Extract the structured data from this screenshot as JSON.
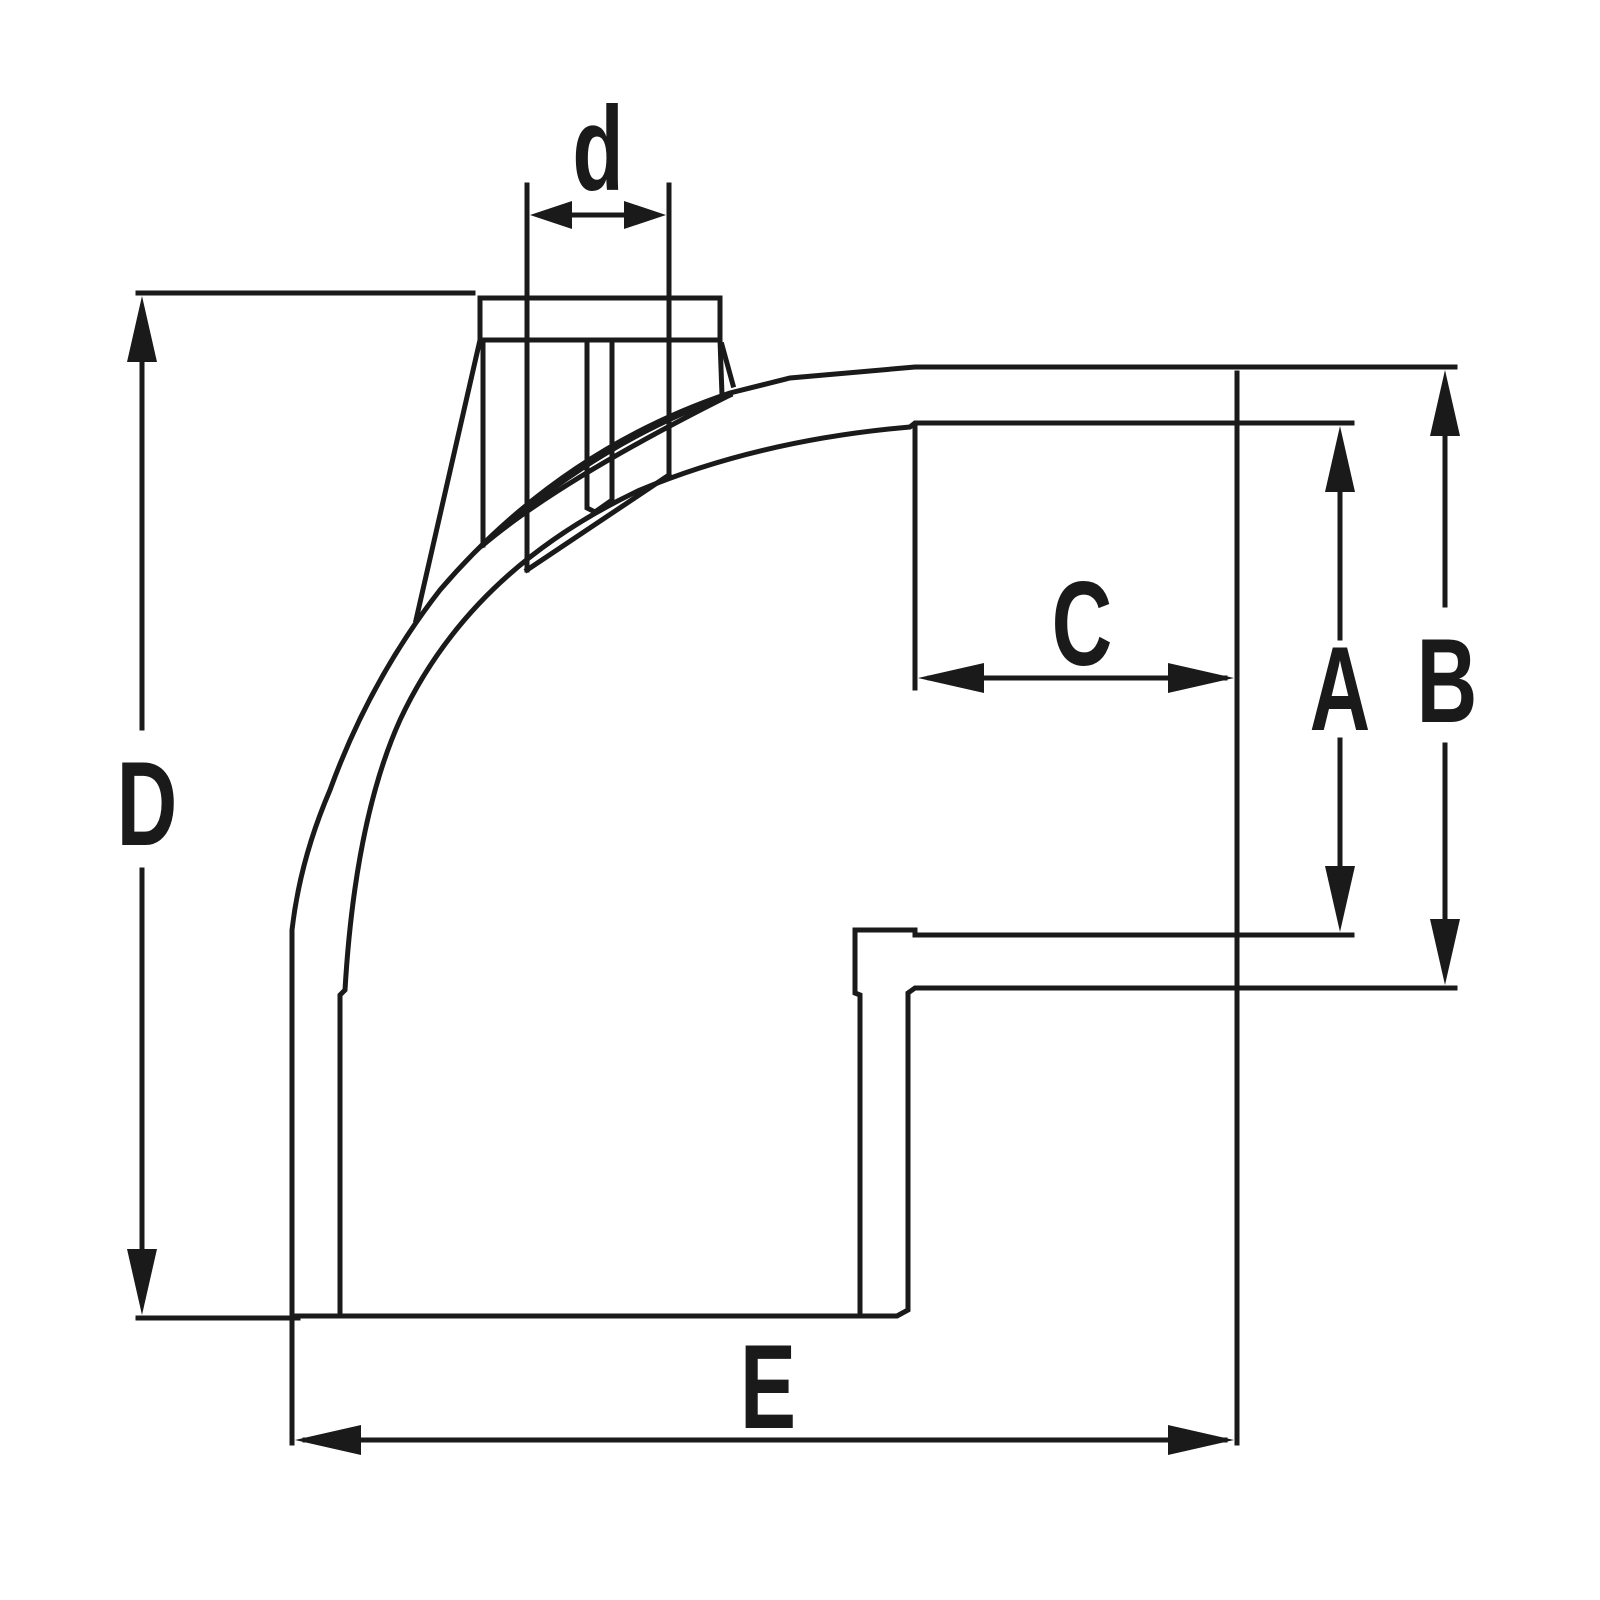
{
  "diagram": {
    "labels": {
      "d": "d",
      "A": "A",
      "B": "B",
      "C": "C",
      "D": "D",
      "E": "E"
    },
    "line_color": "#1a1a1a"
  }
}
